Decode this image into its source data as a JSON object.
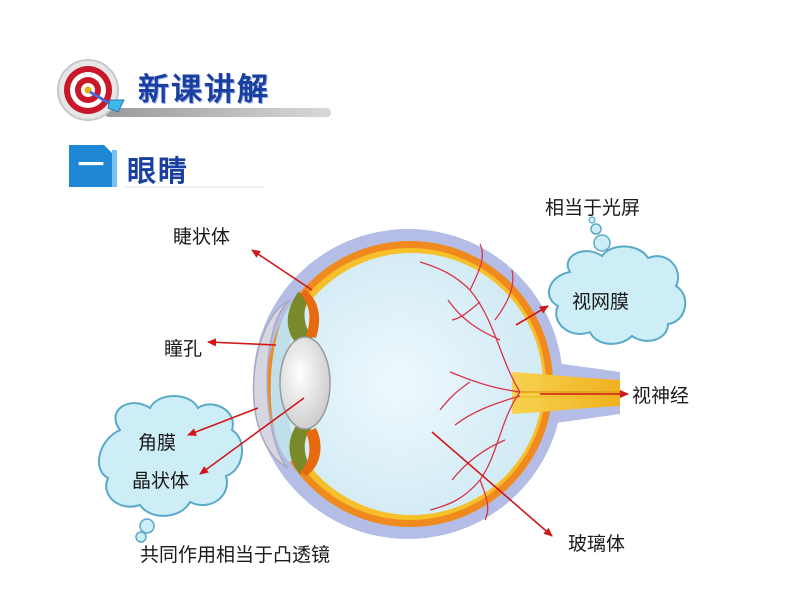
{
  "header": {
    "title": "新课讲解"
  },
  "section": {
    "number": "一",
    "title": "眼睛"
  },
  "labels": {
    "ciliary_body": "睫状体",
    "pupil": "瞳孔",
    "cornea": "角膜",
    "lens": "晶状体",
    "convex_lens_note": "共同作用相当于凸透镜",
    "screen_note": "相当于光屏",
    "retina": "视网膜",
    "optic_nerve": "视神经",
    "vitreous": "玻璃体"
  },
  "colors": {
    "arrow": "#d01818",
    "title_blue": "#1a3fa0",
    "cloud_fill": "#cdeef7",
    "cloud_stroke": "#5aa9c8",
    "sclera": "#b3bde6",
    "choroid": "#f08a1e",
    "vitreous": "#dff2fa",
    "nerve": "#f5c23a",
    "vessel": "#d8344a"
  },
  "icons": [
    "target-icon",
    "dart-icon",
    "section-number-badge"
  ]
}
